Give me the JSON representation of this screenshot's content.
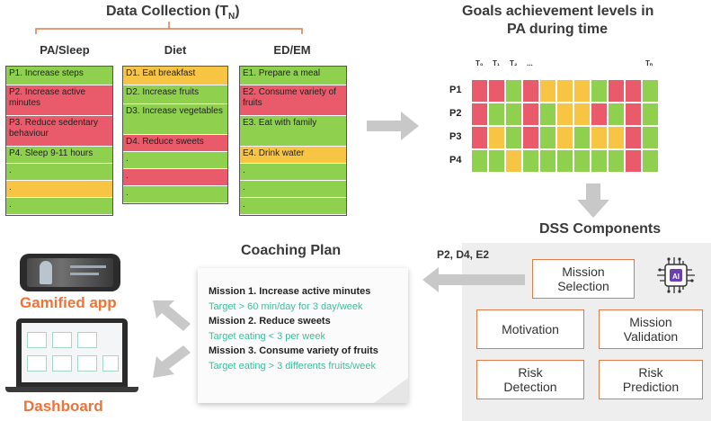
{
  "data_collection": {
    "title": "Data Collection (T",
    "title_sub": "N",
    "title_close": ")",
    "columns": [
      {
        "header": "PA/Sleep",
        "cells": [
          {
            "text": "P1. Increase steps",
            "color": "#8fd14f"
          },
          {
            "text": "P2. Increase active minutes",
            "color": "#e95a6a"
          },
          {
            "text": "P3. Reduce sedentary behaviour",
            "color": "#e95a6a"
          },
          {
            "text": "P4. Sleep 9-11 hours",
            "color": "#8fd14f"
          },
          {
            "text": ".",
            "color": "#8fd14f"
          },
          {
            "text": ".",
            "color": "#f8c444"
          },
          {
            "text": ".",
            "color": "#8fd14f"
          }
        ]
      },
      {
        "header": "Diet",
        "cells": [
          {
            "text": "D1. Eat breakfast",
            "color": "#f8c444"
          },
          {
            "text": "D2. Increase fruits",
            "color": "#8fd14f"
          },
          {
            "text": "D3. Increase vegetables",
            "color": "#8fd14f"
          },
          {
            "text": "D4. Reduce sweets",
            "color": "#e95a6a"
          },
          {
            "text": ".",
            "color": "#8fd14f"
          },
          {
            "text": ".",
            "color": "#e95a6a"
          },
          {
            "text": ".",
            "color": "#8fd14f"
          }
        ]
      },
      {
        "header": "ED/EM",
        "cells": [
          {
            "text": "E1. Prepare a meal",
            "color": "#8fd14f"
          },
          {
            "text": "E2. Consume variety of fruits",
            "color": "#e95a6a"
          },
          {
            "text": "E3. Eat with family",
            "color": "#8fd14f"
          },
          {
            "text": "E4. Drink water",
            "color": "#f8c444"
          },
          {
            "text": ".",
            "color": "#8fd14f"
          },
          {
            "text": ".",
            "color": "#8fd14f"
          },
          {
            "text": ".",
            "color": "#8fd14f"
          }
        ]
      }
    ]
  },
  "goals": {
    "title_line1": "Goals achievement levels in",
    "title_line2": "PA during time",
    "time_labels": [
      "T₀",
      "T₁",
      "T₂",
      "..."
    ],
    "time_last": "Tₙ",
    "rows": [
      {
        "label": "P1",
        "cells": [
          "R",
          "R",
          "G",
          "R",
          "Y",
          "Y",
          "Y",
          "G",
          "R",
          "R",
          "G"
        ]
      },
      {
        "label": "P2",
        "cells": [
          "R",
          "G",
          "G",
          "R",
          "G",
          "Y",
          "Y",
          "R",
          "G",
          "R",
          "G"
        ]
      },
      {
        "label": "P3",
        "cells": [
          "R",
          "Y",
          "G",
          "R",
          "G",
          "Y",
          "G",
          "Y",
          "Y",
          "R",
          "G"
        ]
      },
      {
        "label": "P4",
        "cells": [
          "G",
          "G",
          "Y",
          "G",
          "G",
          "G",
          "G",
          "G",
          "G",
          "R",
          "G"
        ]
      }
    ],
    "colors": {
      "R": "#e95a6a",
      "G": "#8fd14f",
      "Y": "#f8c444"
    }
  },
  "dss": {
    "title": "DSS Components",
    "selected_label": "P2, D4, E2",
    "boxes": {
      "mission_selection": "Mission Selection",
      "motivation": "Motivation",
      "mission_validation": "Mission Validation",
      "risk_detection": "Risk Detection",
      "risk_prediction": "Risk Prediction"
    },
    "ai_label": "AI"
  },
  "coaching": {
    "title": "Coaching Plan",
    "missions": [
      {
        "mission": "Mission 1. Increase active minutes",
        "target": "Target > 60 min/day for 3 day/week"
      },
      {
        "mission": "Mission 2. Reduce sweets",
        "target": "Target eating < 3 per week"
      },
      {
        "mission": "Mission 3. Consume variety of fruits",
        "target": "Target eating > 3 differents fruits/week"
      }
    ]
  },
  "outputs": {
    "gamified_app": "Gamified app",
    "dashboard": "Dashboard"
  },
  "accent_color": "#f07236"
}
